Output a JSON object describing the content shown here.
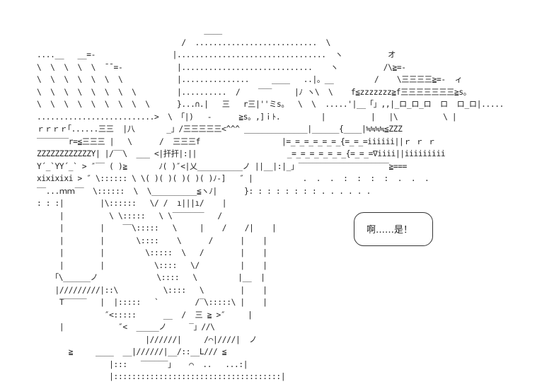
{
  "art_lines": [
    "                                     ____",
    "                                /  ...........................  \\",
    "....__   __=-                 |.................................  ヽ          オ",
    "\\  \\  \\  \\  \\  ¯¯=-            |.............................    ヽ          /\\≧=-",
    "\\  \\  \\  \\  \\  \\  \\            |...............     ____   ..|。__         /    \\三三三三≧=-  ィ",
    "\\  \\  \\  \\  \\  \\  \\  \\         |..........  /    ‾‾‾     |ﾉ ヽ\\  \\    f≦zzzzzzz≧f三三三三三三三≧s。",
    "\\  \\  \\  \\  \\  \\  \\  \\  \\      }...∩.|   三   r三|''ミs。  \\  \\  .....'|__「」,,|_ロ_ロ_ロ  ロ  ロ_ロ|.....",
    "..........................>  \\ 「|)   ‐      ≧s。,]ｉﾄ.         |          |   |\\          \\ |",
    "ｒｒｒｒ｢......三三  |八       _」/三三三三三<^^^ ______________|______{____|≒≒≒≒≦ZZZ",
    "‾‾‾‾‾‾‾r=≦三三三 |   \\      /  三三三f                  |=_=_=_=_=_=_{=_=_=iiiiii||ｒ ｒ ｒ",
    "ZZZZZZZZZZZZY| |/‾‾\\  ___ <|扞扞|:||                    _=_=_=_=_=_=_{=_=_=∇iiii||iiiiiiiii",
    "Y´_`YY´_` > ″‾‾ ( )≧       ﾉ( )″<|乂__________ノ ||__|:|_」‾‾‾‾‾‾‾‾‾‾‾‾‾‾‾‾‾‾‾‾≧===",
    "xixixixi > ″ \\:::::: \\ \\( )( )( )( )( )ﾉ-]   ″ |           .  .  .  :  :  :  :  .  .  .",
    "‾‾...ｍｍ‾‾  \\::::::  \\  \\__________≦ヽﾉ|      }: : : : : : : : . . . . . .",
    ": : :|        |\\::::::   \\/ /  ı|||ı/    |",
    "     |          \\ \\:::::   \\ \\‾‾‾‾‾‾‾   /",
    "     |        |    ‾‾\\:::::   \\     |    /    /|    |",
    "     |        |       \\::::    \\      /      |    |",
    "     |        |         \\:::::  \\   /        |    |",
    "     |        |           \\::::   \\/         |    |",
    "    ｢\\______ノ             \\::::   \\         |__  |",
    "    |/////////|::\\          \\::::   \\        |    |",
    "     T‾‾‾‾‾   |  |:::::   `        /‾\\:::::\\ |    |",
    "               ″<:::::      __  /  三 ≧ >″     |",
    "     |            ″<  _____ノ     ‾」//\\",
    "                        |//////|     /⌒|////|  ノ",
    "       ≧     ____  __|//////|__/::__L/// ≦",
    "                |:::   ‾‾‾‾‾‾」   ⌒  ..   ...:|",
    "                |:::::::::::::::::::::::::::::::::::::|"
  ],
  "speech_text": "啊……是！"
}
